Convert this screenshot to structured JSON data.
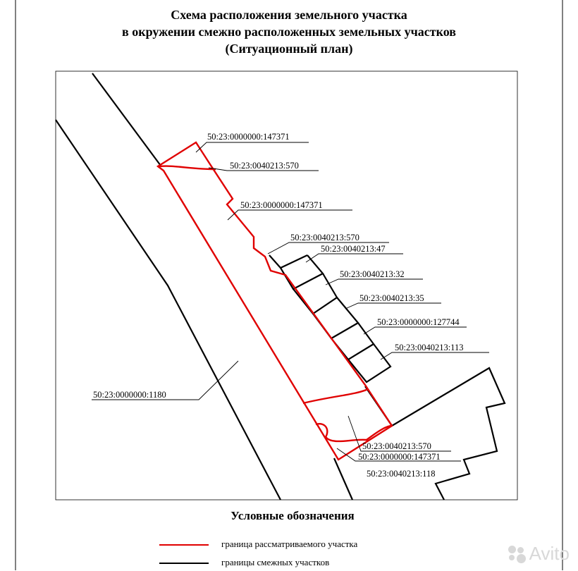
{
  "title": {
    "line1": "Схема расположения земельного участка",
    "line2": "в окружении смежно расположенных земельных участков",
    "line3": "(Ситуационный план)"
  },
  "labels": {
    "l1": "50:23:0000000:147371",
    "l2": "50:23:0040213:570",
    "l3": "50:23:0000000:147371",
    "l4": "50:23:0040213:570",
    "l5": "50:23:0040213:47",
    "l6": "50:23:0040213:32",
    "l7": "50:23:0040213:35",
    "l8": "50:23:0000000:127744",
    "l9": "50:23:0040213:113",
    "l10": "50:23:0000000:1180",
    "l11": "50:23:0040213:570",
    "l12": "50:23:0000000:147371",
    "l13": "50:23:0040213:118"
  },
  "legend": {
    "heading": "Условные обозначения",
    "items": [
      {
        "text": "граница рассматриваемого участка",
        "color": "#e00000"
      },
      {
        "text": "границы смежных участков",
        "color": "#000000"
      }
    ]
  },
  "watermark": {
    "text": "Avito"
  }
}
